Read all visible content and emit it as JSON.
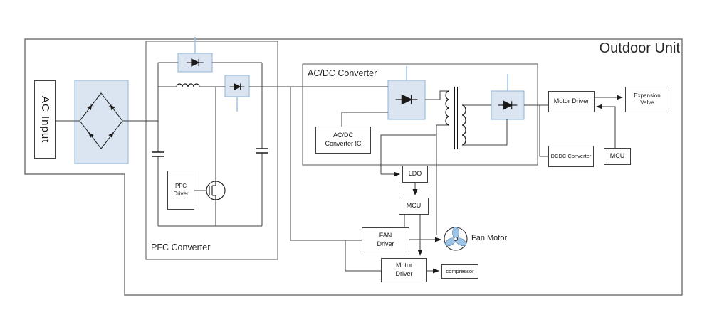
{
  "title": "Outdoor Unit",
  "sections": {
    "pfc_label": "PFC Converter",
    "acdc_label": "AC/DC Converter"
  },
  "blocks": {
    "ac_input": "AC Input",
    "pfc_driver": {
      "line1": "PFC",
      "line2": "Driver"
    },
    "acdc_ic": {
      "line1": "AC/DC",
      "line2": "Converter IC"
    },
    "motor_driver_top": "Motor Driver",
    "expansion_valve": {
      "line1": "Expansion",
      "line2": "Valve"
    },
    "dcdc_converter": "DCDC Converter",
    "mcu_right": "MCU",
    "ldo": "LDO",
    "mcu_mid": "MCU",
    "fan_driver": {
      "line1": "FAN",
      "line2": "Driver"
    },
    "motor_driver_bottom": {
      "line1": "Motor",
      "line2": "Driver"
    },
    "compressor": "compressor"
  },
  "labels": {
    "fan_motor": "Fan Motor"
  },
  "icons": {
    "bridge_rectifier": "bridge-rectifier-icon",
    "diode": "diode-icon",
    "inductor": "inductor-icon",
    "capacitor": "capacitor-icon",
    "mosfet": "mosfet-icon",
    "transformer": "transformer-icon",
    "fan": "fan-icon"
  },
  "colors": {
    "component_fill": "#dbe5f1",
    "component_stroke": "#8eb4d8",
    "selection_tick": "#9dc3e6",
    "wire": "#404040",
    "outline": "#595959",
    "text": "#1a1a1a",
    "background": "#ffffff"
  }
}
